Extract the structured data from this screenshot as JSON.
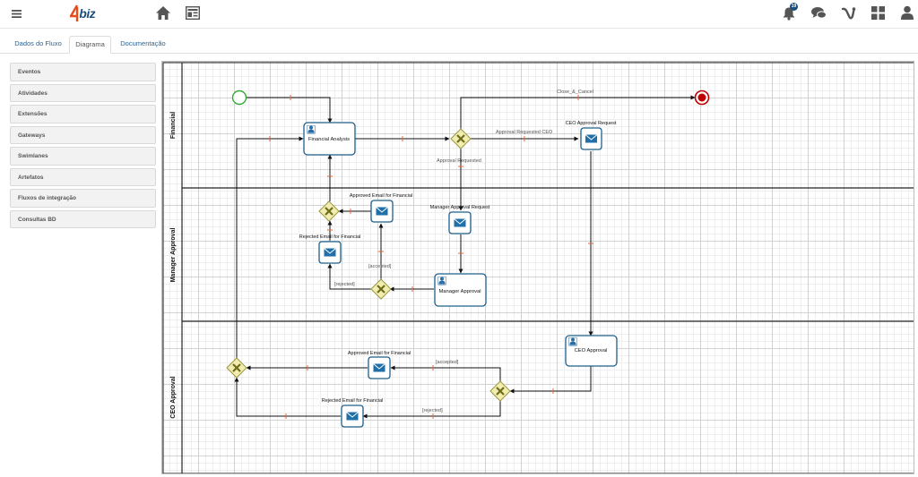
{
  "app": {
    "logo": "4biz",
    "notifications_count": "19"
  },
  "icons": [
    "menu-icon",
    "home-icon",
    "layout-icon",
    "bell-icon",
    "chat-icon",
    "route-icon",
    "apps-grid-icon",
    "user-icon"
  ],
  "tabs": [
    {
      "label": "Dados do Fluxo"
    },
    {
      "label": "Diagrama"
    },
    {
      "label": "Documentação"
    }
  ],
  "active_tab": "Diagrama",
  "sidebar": {
    "items": [
      {
        "label": "Eventos"
      },
      {
        "label": "Atividades"
      },
      {
        "label": "Extensões"
      },
      {
        "label": "Gateways"
      },
      {
        "label": "Swimlanes"
      },
      {
        "label": "Artefatos"
      },
      {
        "label": "Fluxos de integração"
      },
      {
        "label": "Consultas BD"
      }
    ]
  },
  "diagram": {
    "lanes": [
      {
        "label": "Financial"
      },
      {
        "label": "Manager Approval"
      },
      {
        "label": "CEO  Approval"
      }
    ],
    "tasks": {
      "financial_analysis": "Financial Analysis",
      "manager_approval": "Manager Approval",
      "ceo_approval": "CEO  Approval"
    },
    "messages": {
      "ceo_request": "CEO Approval Request",
      "manager_request": "Manager Approval Request",
      "approved_fin_1": "Approved Email for Financial",
      "rejected_fin_1": "Rejected Email for Financial",
      "approved_fin_2": "Approved Email for Financial",
      "rejected_fin_2": "Rejected Email for Financial"
    },
    "flow_labels": {
      "close_cancel": "Close_&_Cancel",
      "approval_requested_ceo": "Approval Requested CEO",
      "approval_requested": "Approval Requested",
      "accepted_1": "[accepted]",
      "rejected_1": "[rejected]",
      "accepted_2": "[accepted]",
      "rejected_2": "[rejected]"
    },
    "colors": {
      "task_border": "#1f5f8b",
      "gateway_fill": "#f3ecb0",
      "gateway_border": "#999944",
      "start": "#33aa33",
      "end": "#c00000",
      "flow_marker": "#e06a3a"
    }
  }
}
